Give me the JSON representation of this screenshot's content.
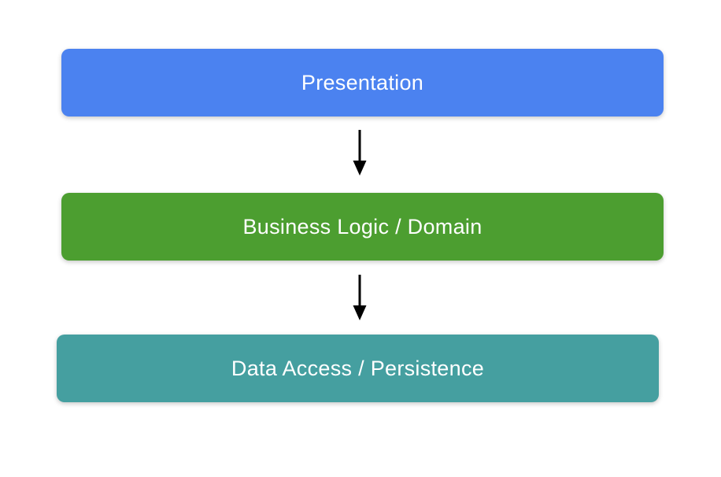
{
  "diagram": {
    "description": "Three-tier layered architecture diagram",
    "layers": [
      {
        "label": "Presentation",
        "color": "#4b82f0"
      },
      {
        "label": "Business Logic / Domain",
        "color": "#4c9e30"
      },
      {
        "label": "Data Access / Persistence",
        "color": "#459fa0"
      }
    ],
    "arrows": [
      {
        "from": "Presentation",
        "to": "Business Logic / Domain"
      },
      {
        "from": "Business Logic / Domain",
        "to": "Data Access / Persistence"
      }
    ],
    "colors": {
      "background": "#ffffff",
      "text": "#ffffff",
      "arrow": "#000000"
    }
  }
}
